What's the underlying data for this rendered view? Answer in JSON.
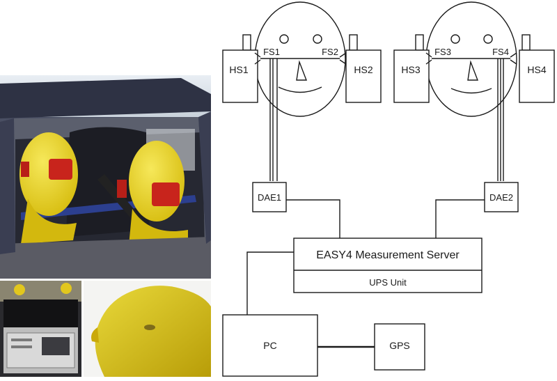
{
  "diagram": {
    "heads": {
      "left": {
        "phones": [
          "HS1",
          "HS2"
        ],
        "sensors": [
          "FS1",
          "FS2"
        ],
        "dae": "DAE1"
      },
      "right": {
        "phones": [
          "HS3",
          "HS4"
        ],
        "sensors": [
          "FS3",
          "FS4"
        ],
        "dae": "DAE2"
      }
    },
    "server": {
      "title": "EASY4 Measurement Server",
      "ups": "UPS Unit"
    },
    "pc": "PC",
    "gps": "GPS"
  },
  "photos": [
    {
      "name": "car-interior-photo",
      "content": "two yellow head phantoms with red phone holders in car back seat"
    },
    {
      "name": "server-rack-photo",
      "content": "measurement server rack in car trunk"
    },
    {
      "name": "phantom-head-photo",
      "content": "close-up of yellow phantom head profile"
    }
  ],
  "colors": {
    "phantom_yellow": "#e8d21c",
    "holder_red": "#c8241c",
    "car_body": "#3a3e52",
    "line": "#1a1a1a"
  }
}
